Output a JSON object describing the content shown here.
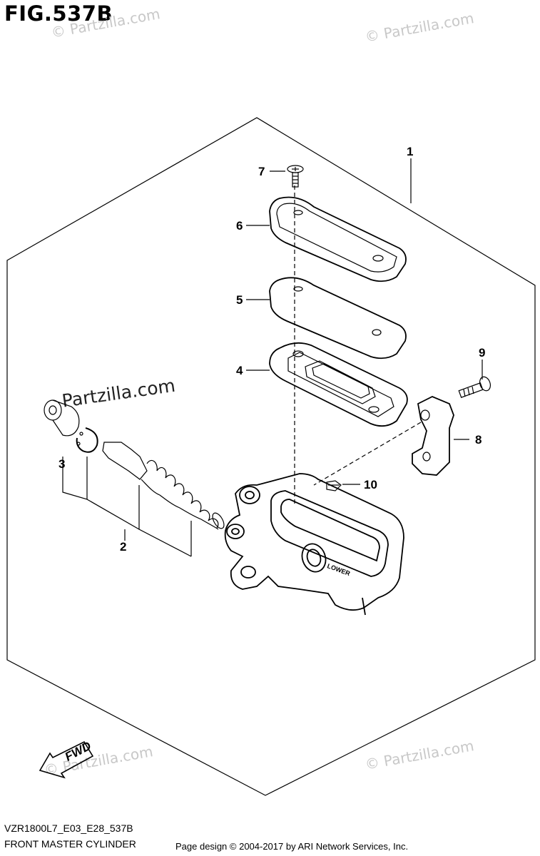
{
  "figure_title": "FIG.537B",
  "watermark_text": "© Partzilla.com",
  "watermark_center_text": "Partzilla.com",
  "callouts": [
    "1",
    "2",
    "3",
    "4",
    "5",
    "6",
    "7",
    "8",
    "9",
    "10"
  ],
  "fwd_label": "FWD",
  "lower_label": "LOWER",
  "model_code": "VZR1800L7_E03_E28_537B",
  "diagram_name": "FRONT MASTER CYLINDER",
  "copyright": "Page design © 2004-2017 by ARI Network Services, Inc."
}
